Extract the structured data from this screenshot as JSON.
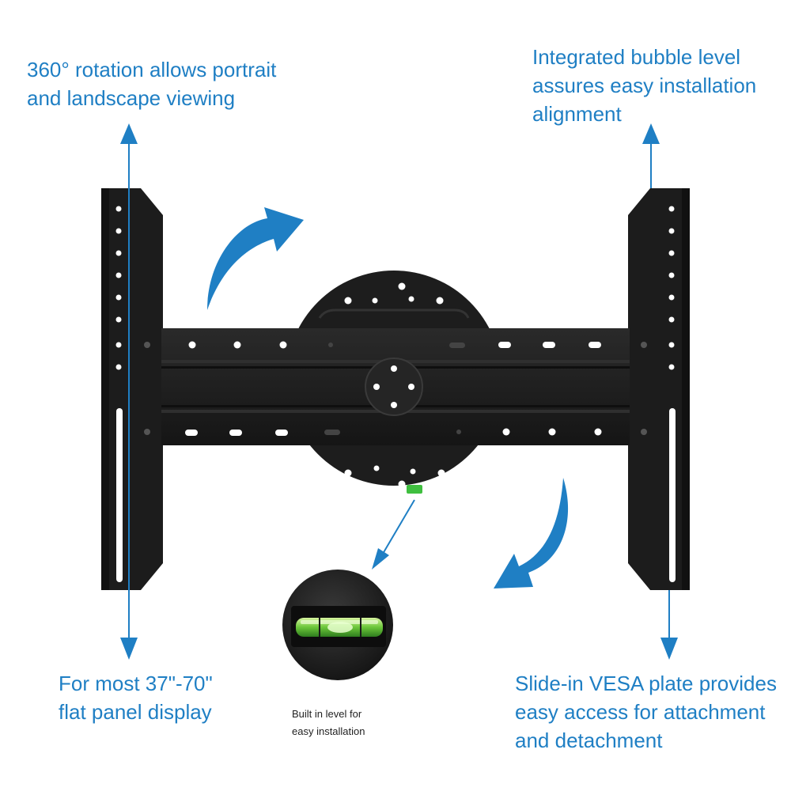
{
  "callouts": {
    "rotation": {
      "lines": [
        "360° rotation allows portrait",
        "and landscape viewing"
      ]
    },
    "bubble_level": {
      "lines": [
        "Integrated bubble level",
        "assures easy installation",
        "alignment"
      ]
    },
    "display_size": {
      "lines": [
        "For most 37\"-70\"",
        "flat panel display"
      ]
    },
    "vesa_plate": {
      "lines": [
        "Slide-in VESA plate provides",
        "easy access for attachment",
        "and detachment"
      ]
    }
  },
  "inset_caption": {
    "lines": [
      "Built in level for",
      "easy installation"
    ]
  },
  "colors": {
    "accent_blue": "#1f7fc4",
    "mount_black": "#1c1c1c",
    "level_green": "#3fbf3f"
  }
}
